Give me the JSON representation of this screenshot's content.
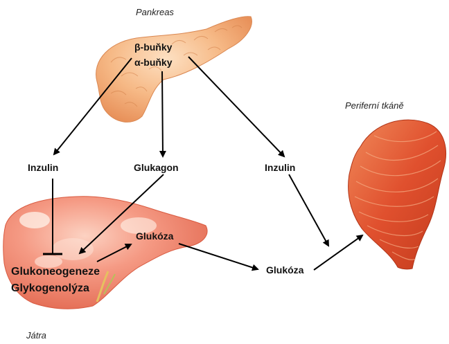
{
  "organs": {
    "pancreas": "Pankreas",
    "liver": "Játra",
    "peripheral": "Periferní tkáně"
  },
  "cells": {
    "beta": "β-buňky",
    "alpha": "α-buňky"
  },
  "hormones": {
    "insulin_left": "Inzulin",
    "glucagon": "Glukagon",
    "insulin_right": "Inzulin"
  },
  "liver_processes": {
    "gluconeogenesis": "Glukoneogeneze",
    "glycogenolysis": "Glykogenolýza"
  },
  "glucose": {
    "liver": "Glukóza",
    "blood": "Glukóza"
  },
  "colors": {
    "pancreas": "#f4b27a",
    "liver": "#f07a62",
    "muscle": "#e0502e",
    "arrow": "#000000"
  }
}
